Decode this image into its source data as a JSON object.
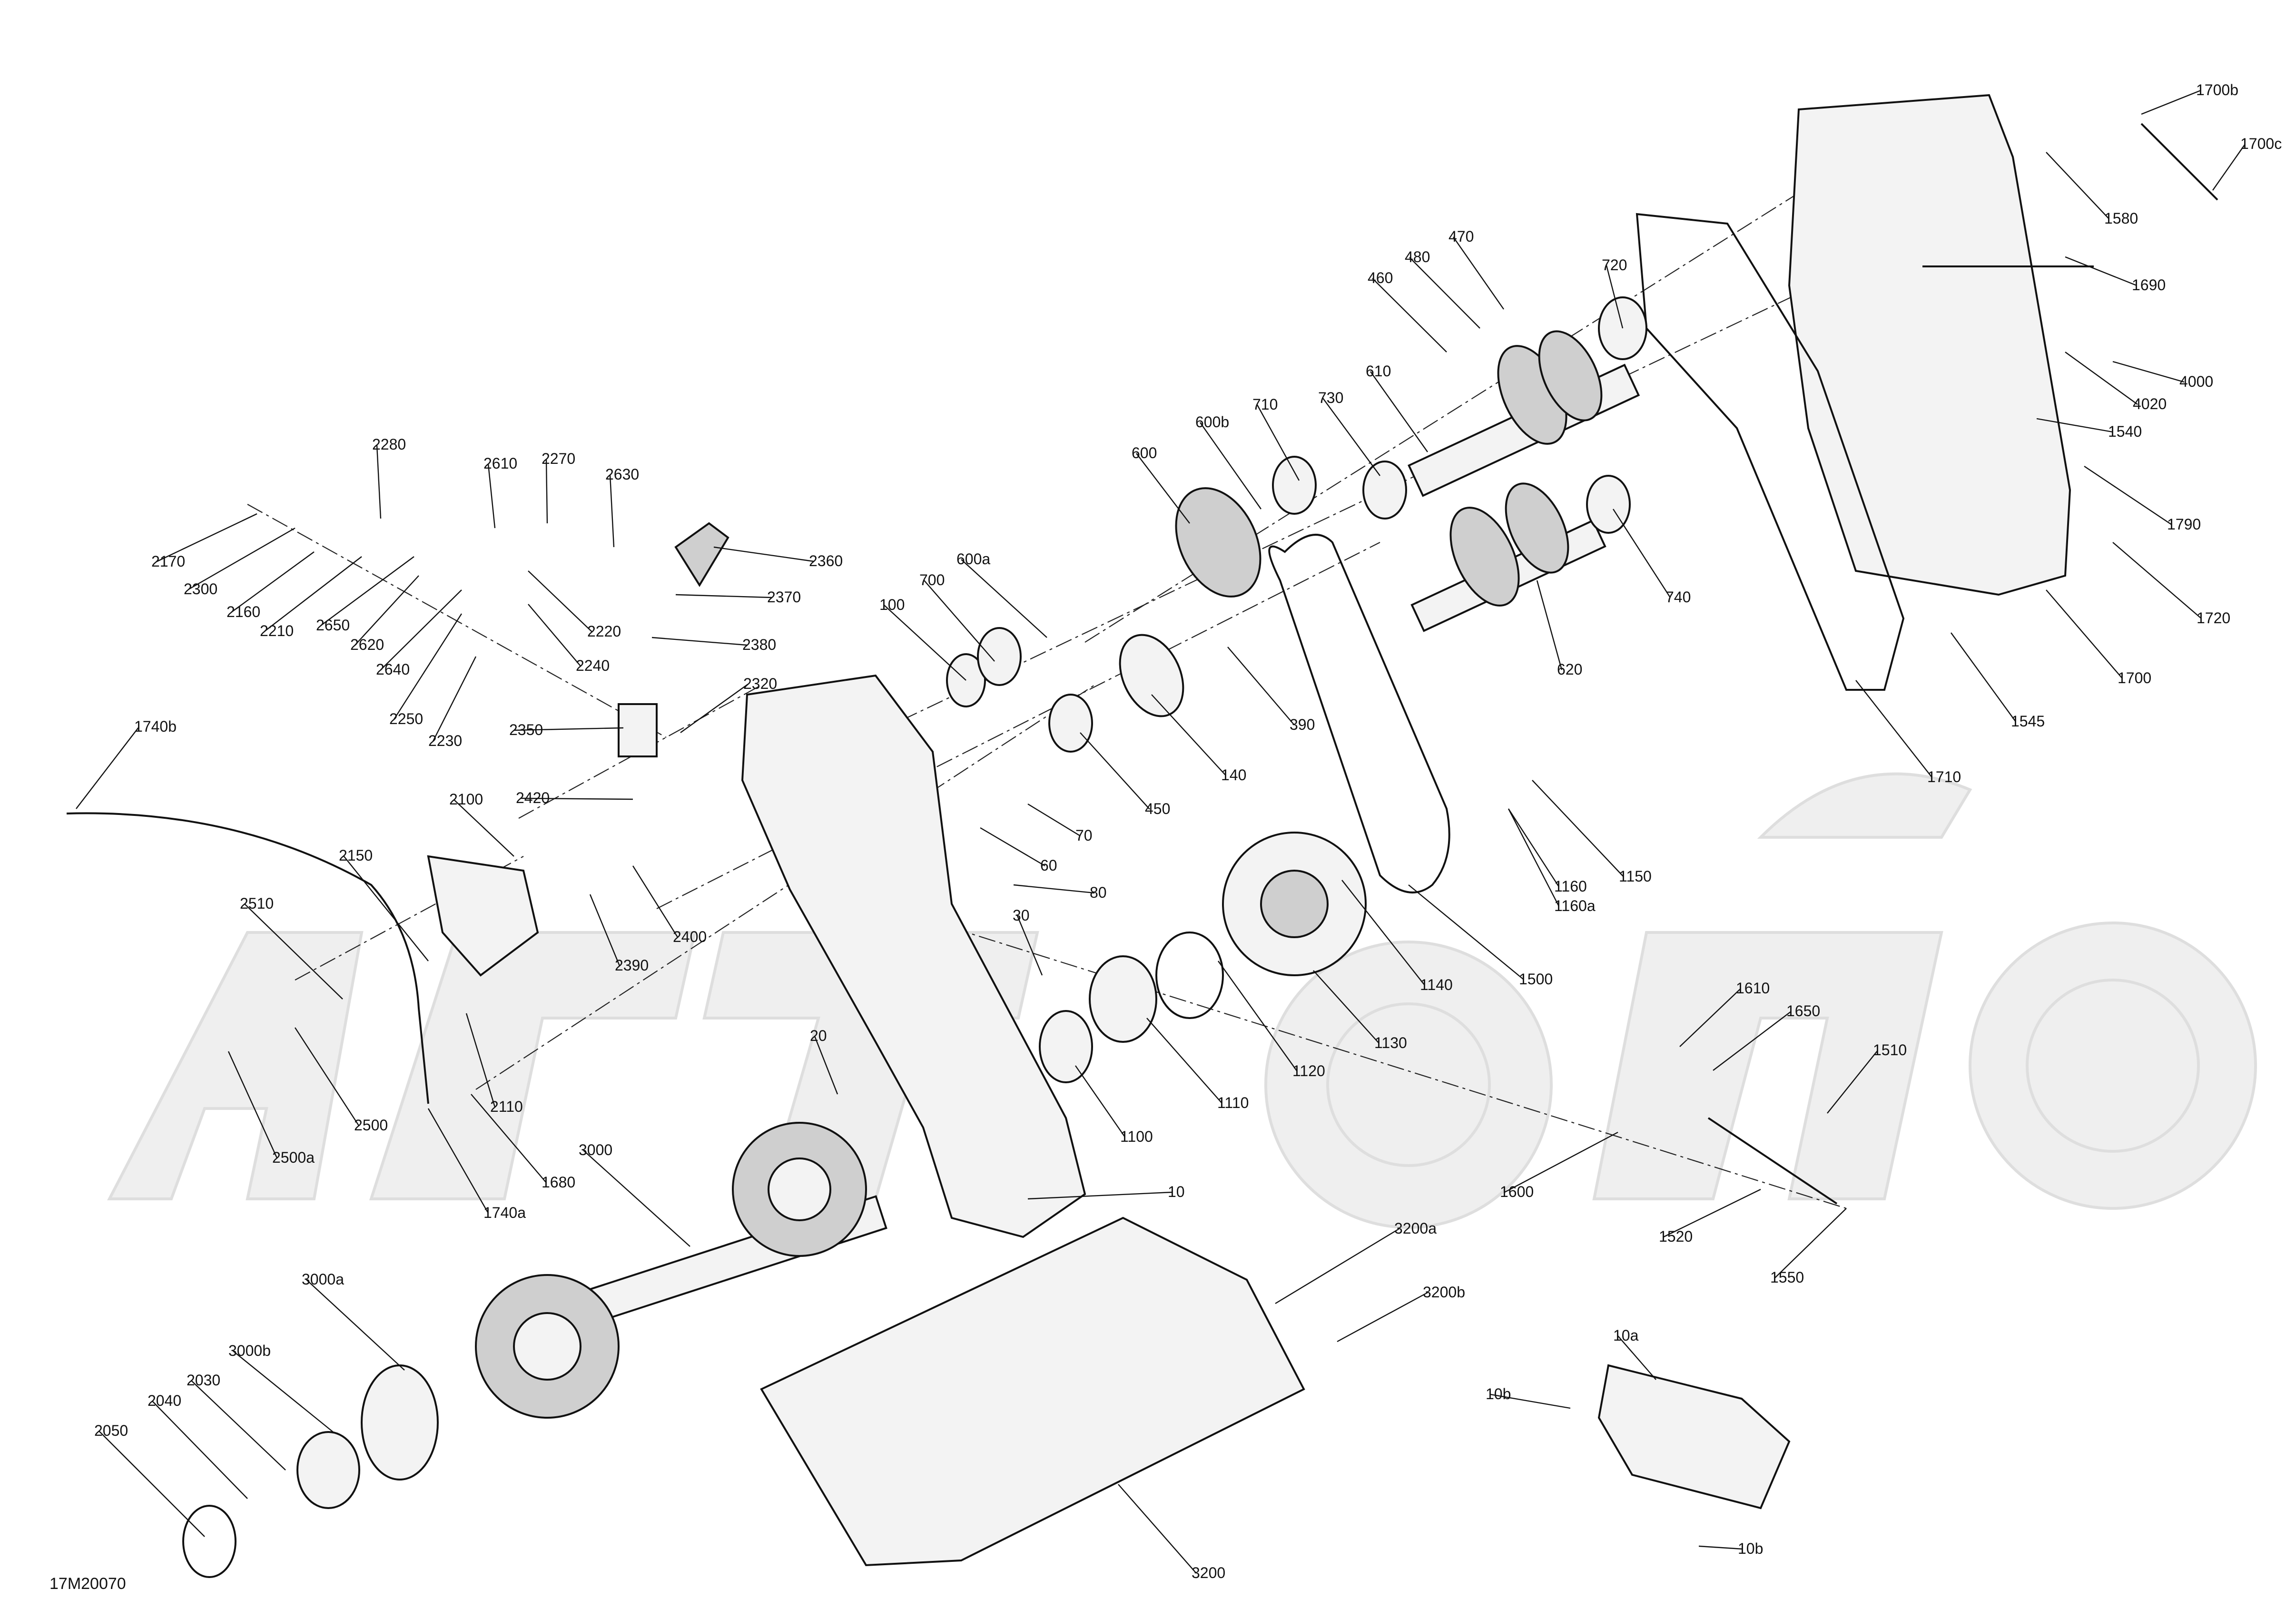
{
  "document_id": "17M20070",
  "callouts": [
    {
      "id": "1700b",
      "text": "1700b"
    },
    {
      "id": "1700c",
      "text": "1700c"
    },
    {
      "id": "1580",
      "text": "1580"
    },
    {
      "id": "1690",
      "text": "1690"
    },
    {
      "id": "4000",
      "text": "4000"
    },
    {
      "id": "4020",
      "text": "4020"
    },
    {
      "id": "1540",
      "text": "1540"
    },
    {
      "id": "1790",
      "text": "1790"
    },
    {
      "id": "1720",
      "text": "1720"
    },
    {
      "id": "1700",
      "text": "1700"
    },
    {
      "id": "1545",
      "text": "1545"
    },
    {
      "id": "1710",
      "text": "1710"
    },
    {
      "id": "470",
      "text": "470"
    },
    {
      "id": "480",
      "text": "480"
    },
    {
      "id": "460",
      "text": "460"
    },
    {
      "id": "720",
      "text": "720"
    },
    {
      "id": "610",
      "text": "610"
    },
    {
      "id": "730",
      "text": "730"
    },
    {
      "id": "710",
      "text": "710"
    },
    {
      "id": "600b",
      "text": "600b"
    },
    {
      "id": "600",
      "text": "600"
    },
    {
      "id": "740",
      "text": "740"
    },
    {
      "id": "620",
      "text": "620"
    },
    {
      "id": "600a",
      "text": "600a"
    },
    {
      "id": "700",
      "text": "700"
    },
    {
      "id": "100",
      "text": "100"
    },
    {
      "id": "390",
      "text": "390"
    },
    {
      "id": "140",
      "text": "140"
    },
    {
      "id": "450",
      "text": "450"
    },
    {
      "id": "70",
      "text": "70"
    },
    {
      "id": "60",
      "text": "60"
    },
    {
      "id": "80",
      "text": "80"
    },
    {
      "id": "30",
      "text": "30"
    },
    {
      "id": "1160",
      "text": "1160"
    },
    {
      "id": "1160a",
      "text": "1160a"
    },
    {
      "id": "1150",
      "text": "1150"
    },
    {
      "id": "1140",
      "text": "1140"
    },
    {
      "id": "1500",
      "text": "1500"
    },
    {
      "id": "1130",
      "text": "1130"
    },
    {
      "id": "1120",
      "text": "1120"
    },
    {
      "id": "1110",
      "text": "1110"
    },
    {
      "id": "1100",
      "text": "1100"
    },
    {
      "id": "10",
      "text": "10"
    },
    {
      "id": "20",
      "text": "20"
    },
    {
      "id": "1610",
      "text": "1610"
    },
    {
      "id": "1650",
      "text": "1650"
    },
    {
      "id": "1510",
      "text": "1510"
    },
    {
      "id": "1600",
      "text": "1600"
    },
    {
      "id": "1520",
      "text": "1520"
    },
    {
      "id": "1550",
      "text": "1550"
    },
    {
      "id": "2280",
      "text": "2280"
    },
    {
      "id": "2610",
      "text": "2610"
    },
    {
      "id": "2270",
      "text": "2270"
    },
    {
      "id": "2630",
      "text": "2630"
    },
    {
      "id": "2170",
      "text": "2170"
    },
    {
      "id": "2300",
      "text": "2300"
    },
    {
      "id": "2160",
      "text": "2160"
    },
    {
      "id": "2210",
      "text": "2210"
    },
    {
      "id": "2650",
      "text": "2650"
    },
    {
      "id": "2620",
      "text": "2620"
    },
    {
      "id": "2640",
      "text": "2640"
    },
    {
      "id": "2220",
      "text": "2220"
    },
    {
      "id": "2240",
      "text": "2240"
    },
    {
      "id": "2250",
      "text": "2250"
    },
    {
      "id": "2230",
      "text": "2230"
    },
    {
      "id": "2360",
      "text": "2360"
    },
    {
      "id": "2370",
      "text": "2370"
    },
    {
      "id": "2380",
      "text": "2380"
    },
    {
      "id": "2320",
      "text": "2320"
    },
    {
      "id": "2350",
      "text": "2350"
    },
    {
      "id": "2420",
      "text": "2420"
    },
    {
      "id": "2100",
      "text": "2100"
    },
    {
      "id": "2150",
      "text": "2150"
    },
    {
      "id": "2400",
      "text": "2400"
    },
    {
      "id": "2390",
      "text": "2390"
    },
    {
      "id": "1740b",
      "text": "1740b"
    },
    {
      "id": "2510",
      "text": "2510"
    },
    {
      "id": "2110",
      "text": "2110"
    },
    {
      "id": "2500",
      "text": "2500"
    },
    {
      "id": "2500a",
      "text": "2500a"
    },
    {
      "id": "1680",
      "text": "1680"
    },
    {
      "id": "1740a",
      "text": "1740a"
    },
    {
      "id": "3000",
      "text": "3000"
    },
    {
      "id": "3000a",
      "text": "3000a"
    },
    {
      "id": "3000b",
      "text": "3000b"
    },
    {
      "id": "2030",
      "text": "2030"
    },
    {
      "id": "2040",
      "text": "2040"
    },
    {
      "id": "2050",
      "text": "2050"
    },
    {
      "id": "3200a",
      "text": "3200a"
    },
    {
      "id": "3200b",
      "text": "3200b"
    },
    {
      "id": "3200",
      "text": "3200"
    },
    {
      "id": "10a",
      "text": "10a"
    },
    {
      "id": "10b_top",
      "text": "10b"
    },
    {
      "id": "10b_bottom",
      "text": "10b"
    }
  ]
}
